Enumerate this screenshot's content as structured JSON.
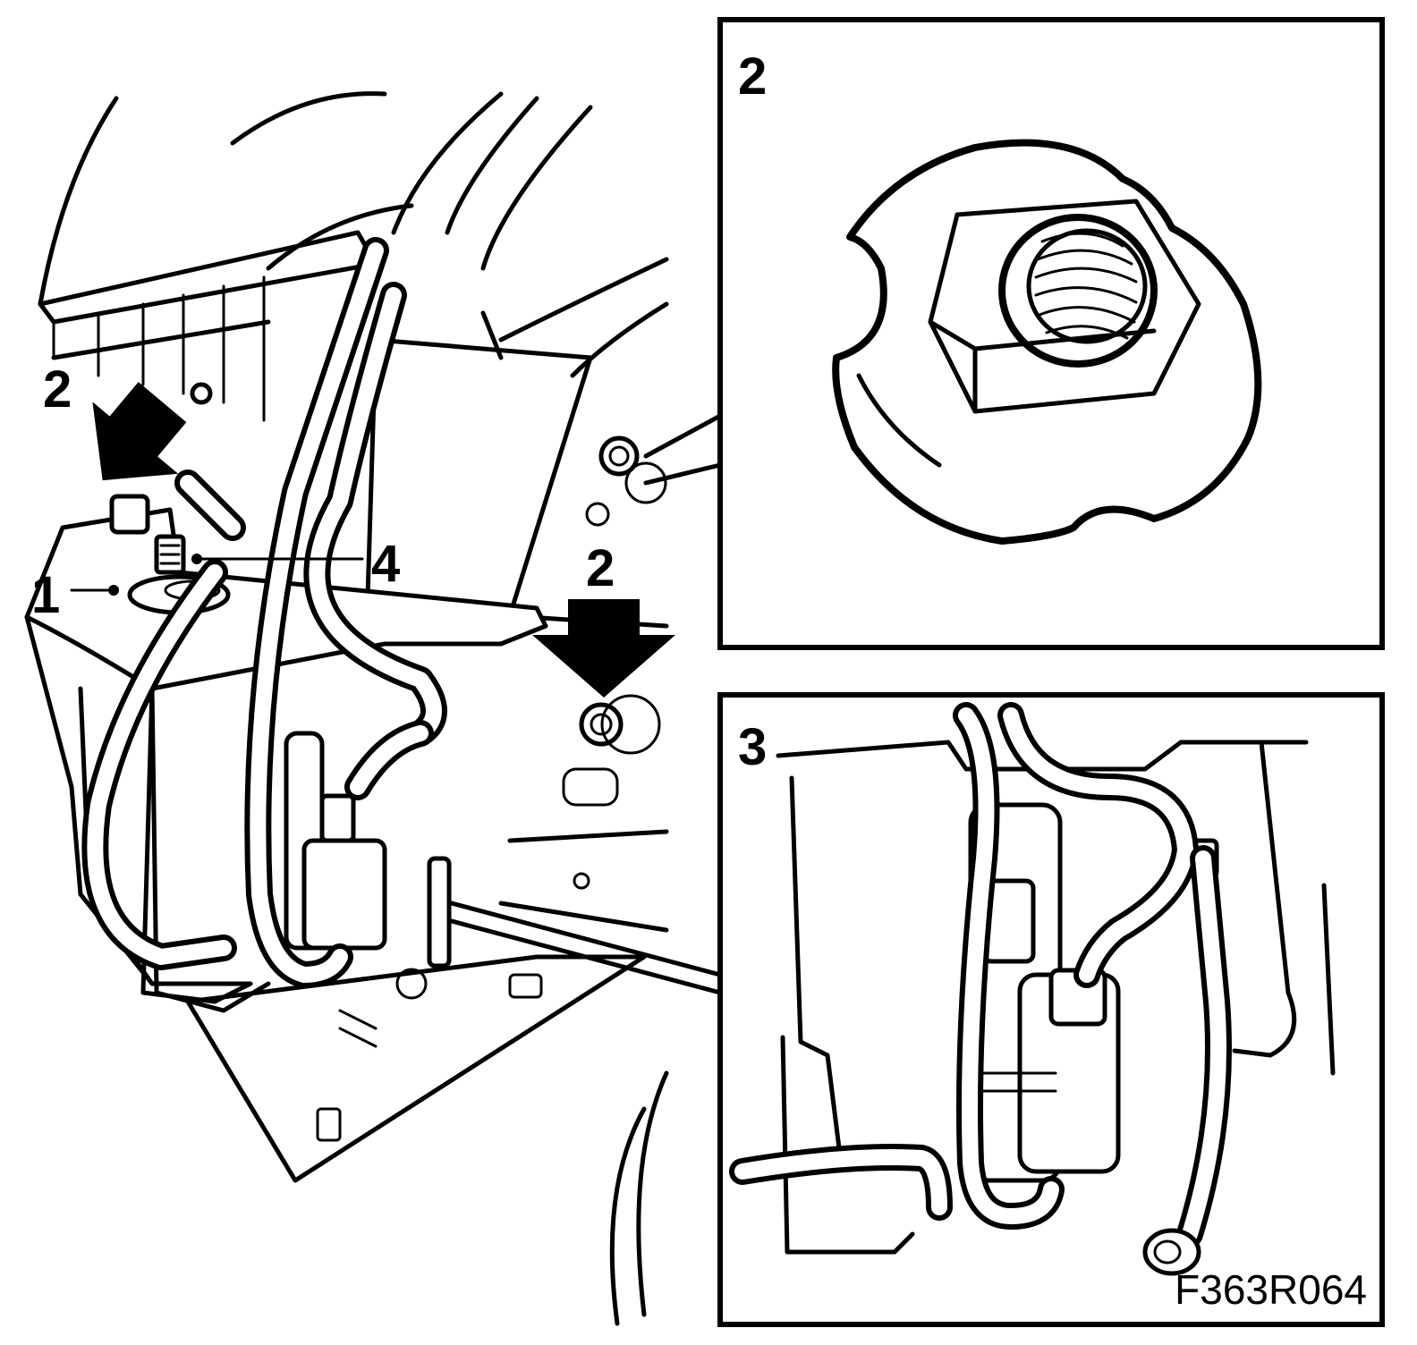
{
  "figure_code": "F363R064",
  "callouts": {
    "part1": "1",
    "part2_left": "2",
    "part2_right": "2",
    "part4": "4"
  },
  "insets": {
    "nut_detail": {
      "label": "2"
    },
    "pump_detail": {
      "label": "3"
    }
  }
}
